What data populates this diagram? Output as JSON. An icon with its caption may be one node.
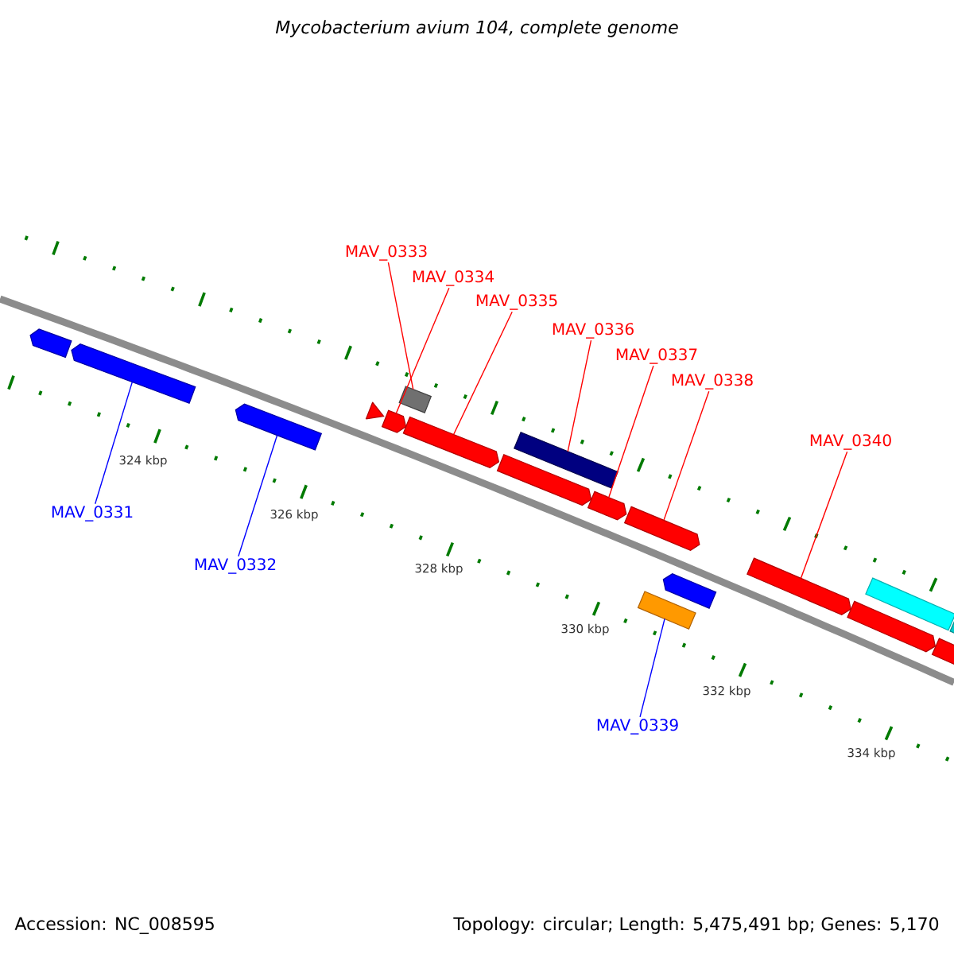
{
  "diagram": {
    "title": "Mycobacterium avium 104, complete genome",
    "nodes": [
      {
        "text": [
          "MAV_0331"
        ]
      },
      {
        "text": [
          "MAV_0332"
        ]
      },
      {
        "text": [
          "MAV_0333"
        ]
      },
      {
        "text": [
          "MAV_0334"
        ]
      },
      {
        "text": [
          "MAV_0335"
        ]
      },
      {
        "text": [
          "MAV_0336"
        ]
      },
      {
        "text": [
          "MAV_0337"
        ]
      },
      {
        "text": [
          "MAV_0338"
        ]
      },
      {
        "text": [
          "MAV_0339"
        ]
      },
      {
        "text": [
          "MAV_0340"
        ]
      },
      {
        "text": [],
        "shape": "bar"
      },
      {
        "text": [],
        "shape": "bar"
      },
      {
        "text": [],
        "shape": "bar"
      },
      {
        "text": [],
        "shape": "bar"
      },
      {
        "text": [],
        "shape": "bar"
      },
      {
        "text": [],
        "shape": "bar"
      },
      {
        "text": [],
        "shape": "bar"
      },
      {
        "text": [],
        "shape": "bar"
      },
      {
        "text": [],
        "shape": "bar"
      },
      {
        "text": [],
        "shape": "bar"
      },
      {
        "text": [],
        "shape": "bar"
      },
      {
        "text": [],
        "shape": "bar"
      },
      {
        "text": [],
        "shape": "bar"
      },
      {
        "text": [],
        "shape": "bar"
      },
      {
        "text": [],
        "shape": "bar"
      },
      {
        "text": [],
        "shape": "bar"
      },
      {
        "text": [],
        "shape": "bar"
      },
      {
        "text": [],
        "shape": "bar"
      }
    ],
    "edges": [
      {
        "from": 0,
        "to": 11,
        "arrow": "none",
        "color": "#0000ff"
      },
      {
        "from": 1,
        "to": 12,
        "arrow": "none",
        "color": "#0000ff"
      },
      {
        "from": 2,
        "to": 15,
        "arrow": "none"
      },
      {
        "from": 3,
        "to": 14,
        "arrow": "none"
      },
      {
        "from": 4,
        "to": 16,
        "arrow": "none"
      },
      {
        "from": 5,
        "to": 18,
        "arrow": "none"
      },
      {
        "from": 6,
        "to": 19,
        "arrow": "none"
      },
      {
        "from": 7,
        "to": 20,
        "arrow": "none"
      },
      {
        "from": 8,
        "to": 21,
        "arrow": "none",
        "color": "#0000ff"
      },
      {
        "from": 9,
        "to": 23,
        "arrow": "none"
      }
    ],
    "labels": [
      "324 kbp",
      "326 kbp",
      "328 kbp",
      "330 kbp",
      "332 kbp",
      "334 kbp",
      "Accession: NC_008595",
      "Topology: circular; Length: 5,475,491 bp; Genes: 5,170"
    ]
  }
}
